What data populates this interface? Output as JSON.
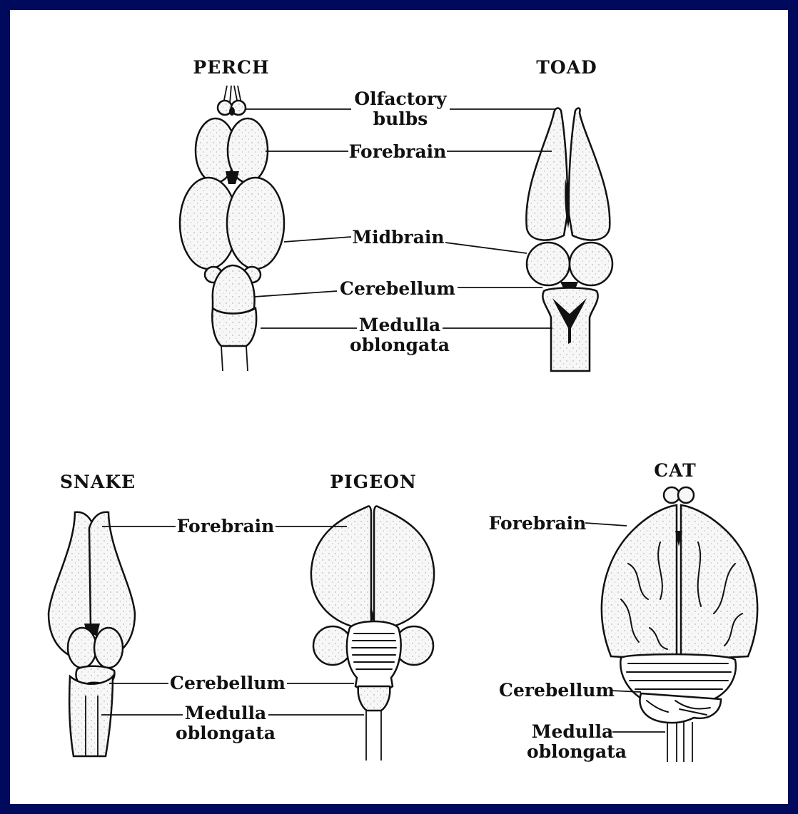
{
  "background_color": "#000a5c",
  "panel_color": "#ffffff",
  "animals": {
    "perch": "PERCH",
    "toad": "TOAD",
    "snake": "SNAKE",
    "pigeon": "PIGEON",
    "cat": "CAT"
  },
  "top_labels": {
    "olfactory_1": "Olfactory",
    "olfactory_2": "bulbs",
    "forebrain": "Forebrain",
    "midbrain": "Midbrain",
    "cerebellum": "Cerebellum",
    "medulla_1": "Medulla",
    "medulla_2": "oblongata"
  },
  "bottom_labels": {
    "forebrain": "Forebrain",
    "cerebellum": "Cerebellum",
    "medulla_1": "Medulla",
    "medulla_2": "oblongata"
  },
  "cat_labels": {
    "forebrain": "Forebrain",
    "cerebellum": "Cerebellum",
    "medulla_1": "Medulla",
    "medulla_2": "oblongata"
  }
}
